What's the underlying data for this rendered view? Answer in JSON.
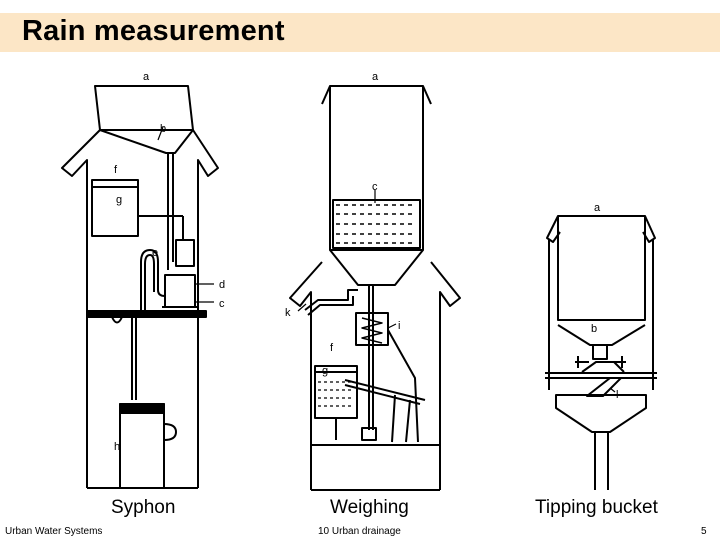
{
  "title": "Rain measurement",
  "captions": {
    "syphon": "Syphon",
    "weighing": "Weighing",
    "tipping": "Tipping bucket"
  },
  "labels": {
    "syphon": {
      "a": "a",
      "b": "b",
      "f": "f",
      "g": "g",
      "e": "e",
      "d": "d",
      "c": "c",
      "h": "h"
    },
    "weighing": {
      "a": "a",
      "c": "c",
      "k": "k",
      "i": "i",
      "f": "f",
      "g": "g"
    },
    "tipping": {
      "a": "a",
      "b": "b",
      "l": "l"
    }
  },
  "footer": {
    "left": "Urban Water Systems",
    "center": "10 Urban drainage",
    "page": "5"
  },
  "colors": {
    "title_band": "#fce6c6",
    "ink": "#000000"
  }
}
